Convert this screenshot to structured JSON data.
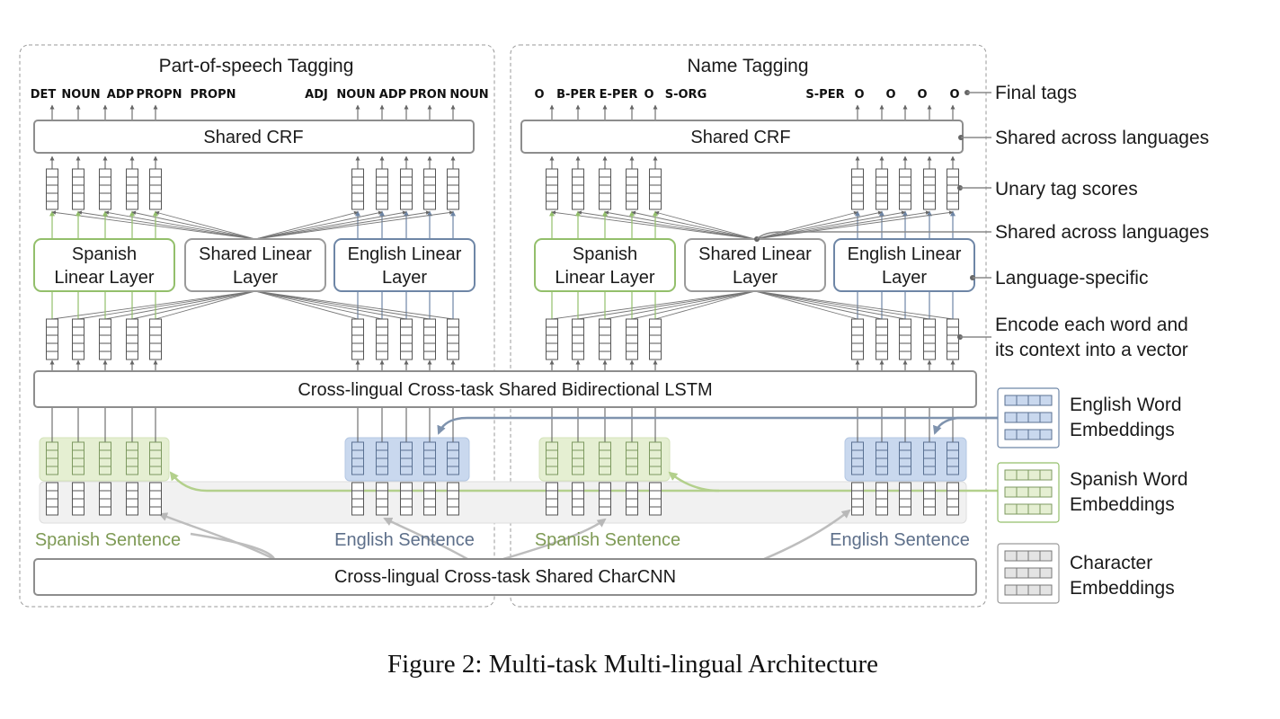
{
  "colors": {
    "green": "#93bf6b",
    "green_fill": "#e5efd2",
    "blue": "#6e86a6",
    "blue_fill": "#c9d8ee",
    "gray": "#7a7a7a",
    "gray_fill": "#f1f1f1",
    "green_text": "#7e9a55",
    "blue_text": "#5d6f8a"
  },
  "panels": [
    {
      "title": "Part-of-speech Tagging",
      "crf_label": "Shared CRF",
      "spanish_tags": [
        "DET",
        "NOUN",
        "ADP",
        "PROPN",
        "PROPN"
      ],
      "english_tags": [
        "ADJ",
        "NOUN",
        "ADP",
        "PRON",
        "NOUN"
      ],
      "spanish_linear": [
        "Spanish",
        "Linear Layer"
      ],
      "shared_linear": [
        "Shared Linear",
        "Layer"
      ],
      "english_linear": [
        "English Linear",
        "Layer"
      ],
      "spanish_sentence": "Spanish Sentence",
      "english_sentence": "English Sentence"
    },
    {
      "title": "Name Tagging",
      "crf_label": "Shared CRF",
      "spanish_tags": [
        "O",
        "B-PER",
        "E-PER",
        "O",
        "S-ORG"
      ],
      "english_tags": [
        "S-PER",
        "O",
        "O",
        "O",
        "O"
      ],
      "spanish_linear": [
        "Spanish",
        "Linear Layer"
      ],
      "shared_linear": [
        "Shared Linear",
        "Layer"
      ],
      "english_linear": [
        "English Linear",
        "Layer"
      ],
      "spanish_sentence": "Spanish Sentence",
      "english_sentence": "English Sentence"
    }
  ],
  "lstm_label": "Cross-lingual Cross-task Shared Bidirectional LSTM",
  "charcnn_label": "Cross-lingual Cross-task Shared CharCNN",
  "annotations": {
    "final_tags": "Final tags",
    "shared_crf": "Shared across languages",
    "unary": "Unary tag scores",
    "shared_linear": "Shared across languages",
    "lang_specific": "Language-specific",
    "encode_line1": "Encode each word and",
    "encode_line2": "its context into a vector"
  },
  "embeddings": [
    {
      "line1": "English Word",
      "line2": "Embeddings",
      "kind": "blue"
    },
    {
      "line1": "Spanish Word",
      "line2": "Embeddings",
      "kind": "green"
    },
    {
      "line1": "Character",
      "line2": "Embeddings",
      "kind": "gray"
    }
  ],
  "caption": "Figure 2: Multi-task Multi-lingual Architecture"
}
